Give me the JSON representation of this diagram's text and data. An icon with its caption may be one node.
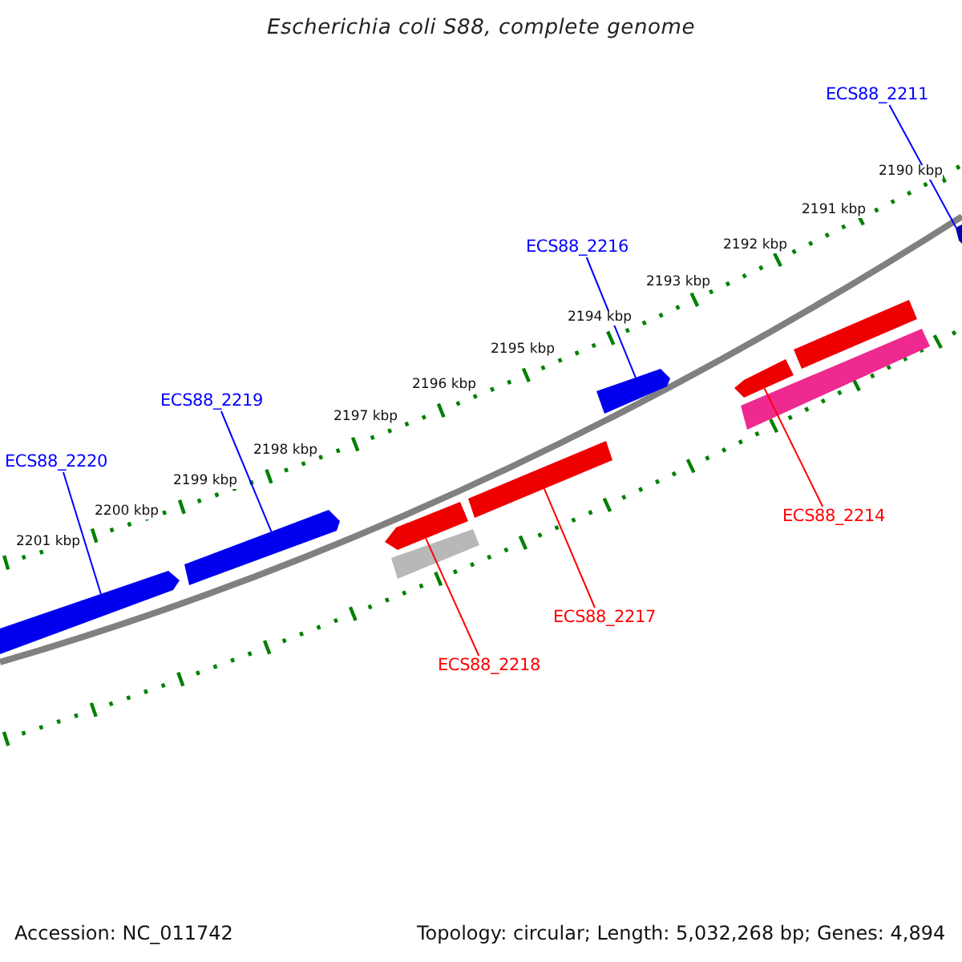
{
  "diagram": {
    "title": "Escherichia coli S88, complete genome",
    "nodes": [
      {
        "text": [
          "ECS88_2211"
        ]
      },
      {
        "text": [
          "ECS88_2216"
        ]
      },
      {
        "text": [
          "ECS88_2219"
        ]
      },
      {
        "text": [
          "ECS88_2220"
        ]
      },
      {
        "text": [
          "ECS88_2214"
        ]
      },
      {
        "text": [
          "ECS88_2217"
        ]
      },
      {
        "text": [
          "ECS88_2218"
        ]
      },
      {
        "text": [],
        "shape": "bar"
      },
      {
        "text": [],
        "shape": "bar"
      },
      {
        "text": [],
        "shape": "bar"
      },
      {
        "text": [],
        "shape": "bar"
      },
      {
        "text": [],
        "shape": "bar"
      },
      {
        "text": [],
        "shape": "bar"
      },
      {
        "text": [],
        "shape": "bar"
      },
      {
        "text": [],
        "shape": "bar"
      }
    ],
    "edges": [
      {
        "from": 0,
        "to": 14,
        "arrow": "none"
      },
      {
        "from": 1,
        "to": 11,
        "arrow": "none"
      },
      {
        "from": 2,
        "to": 8,
        "arrow": "none"
      },
      {
        "from": 3,
        "to": 7,
        "arrow": "none"
      },
      {
        "from": 4,
        "to": 12,
        "arrow": "none",
        "color": "#ff0000"
      },
      {
        "from": 5,
        "to": 10,
        "arrow": "none",
        "color": "#ff0000"
      },
      {
        "from": 6,
        "to": 9,
        "arrow": "none",
        "color": "#ff0000"
      }
    ],
    "labels": [
      "2190 kbp",
      "2191 kbp",
      "2192 kbp",
      "2193 kbp",
      "2194 kbp",
      "2195 kbp",
      "2196 kbp",
      "2197 kbp",
      "2198 kbp",
      "2199 kbp",
      "2200 kbp",
      "2201 kbp",
      "Accession: NC_011742",
      "Topology: circular; Length: 5,032,268 bp; Genes: 4,894"
    ]
  }
}
